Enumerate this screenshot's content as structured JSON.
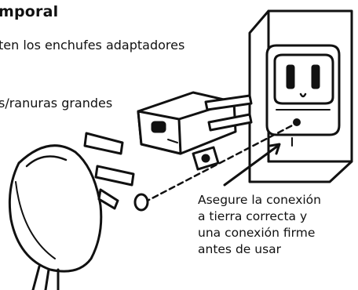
{
  "heading": "mporal",
  "text_line_1": "ten los enchufes adaptadores",
  "text_line_2": "s/ranuras grandes",
  "callout_lines": [
    "Asegure la conexión",
    "a tierra correcta y",
    "una conexión firme",
    "antes de usar"
  ]
}
